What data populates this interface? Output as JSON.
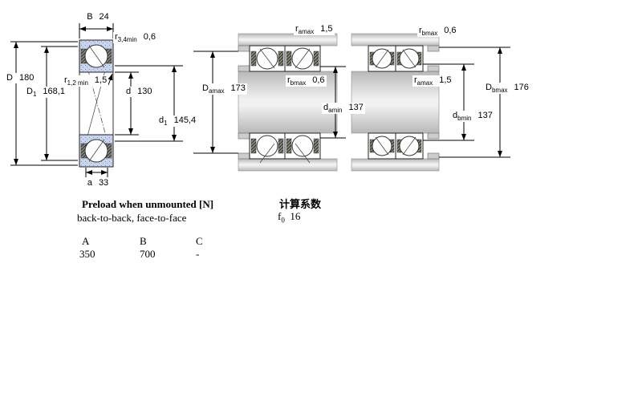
{
  "figure_main": {
    "dims": {
      "B": {
        "base": "B",
        "value": "24"
      },
      "r34": {
        "base": "r",
        "sub": "3,4min",
        "value": "0,6"
      },
      "D": {
        "base": "D",
        "value": "180"
      },
      "D1": {
        "base": "D",
        "sub": "1",
        "value": "168,1"
      },
      "r12": {
        "base": "r",
        "sub": "1,2 min",
        "value": "1,5"
      },
      "d": {
        "base": "d",
        "value": "130"
      },
      "d1": {
        "base": "d",
        "sub": "1",
        "value": "145,4"
      },
      "a": {
        "base": "a",
        "value": "33"
      }
    }
  },
  "figure_abutment_a": {
    "dims": {
      "ra_top": {
        "base": "r",
        "sub": "amax",
        "value": "1,5"
      },
      "rb_mid": {
        "base": "r",
        "sub": "bmax",
        "value": "0,6"
      },
      "Da": {
        "base": "D",
        "sub": "amax",
        "value": "173"
      },
      "da": {
        "base": "d",
        "sub": "amin",
        "value": "137"
      }
    }
  },
  "figure_abutment_b": {
    "dims": {
      "rb_top": {
        "base": "r",
        "sub": "bmax",
        "value": "0,6"
      },
      "ra_mid": {
        "base": "r",
        "sub": "amax",
        "value": "1,5"
      },
      "Db": {
        "base": "D",
        "sub": "bmax",
        "value": "176"
      },
      "db": {
        "base": "d",
        "sub": "bmin",
        "value": "137"
      }
    }
  },
  "preload": {
    "title": "Preload when unmounted [N]",
    "subtitle": "back-to-back, face-to-face",
    "columns": [
      "A",
      "B",
      "C"
    ],
    "values": [
      "350",
      "700",
      "-"
    ]
  },
  "calc": {
    "title": "计算系数",
    "f0_base": "f",
    "f0_sub": "0",
    "f0_value": "16"
  },
  "colors": {
    "ring_blue": "#c9d4ee",
    "band_gray_edge": "#c0c0c0",
    "band_gray_center": "#f1f1f1",
    "line": "#1a1a1a"
  }
}
